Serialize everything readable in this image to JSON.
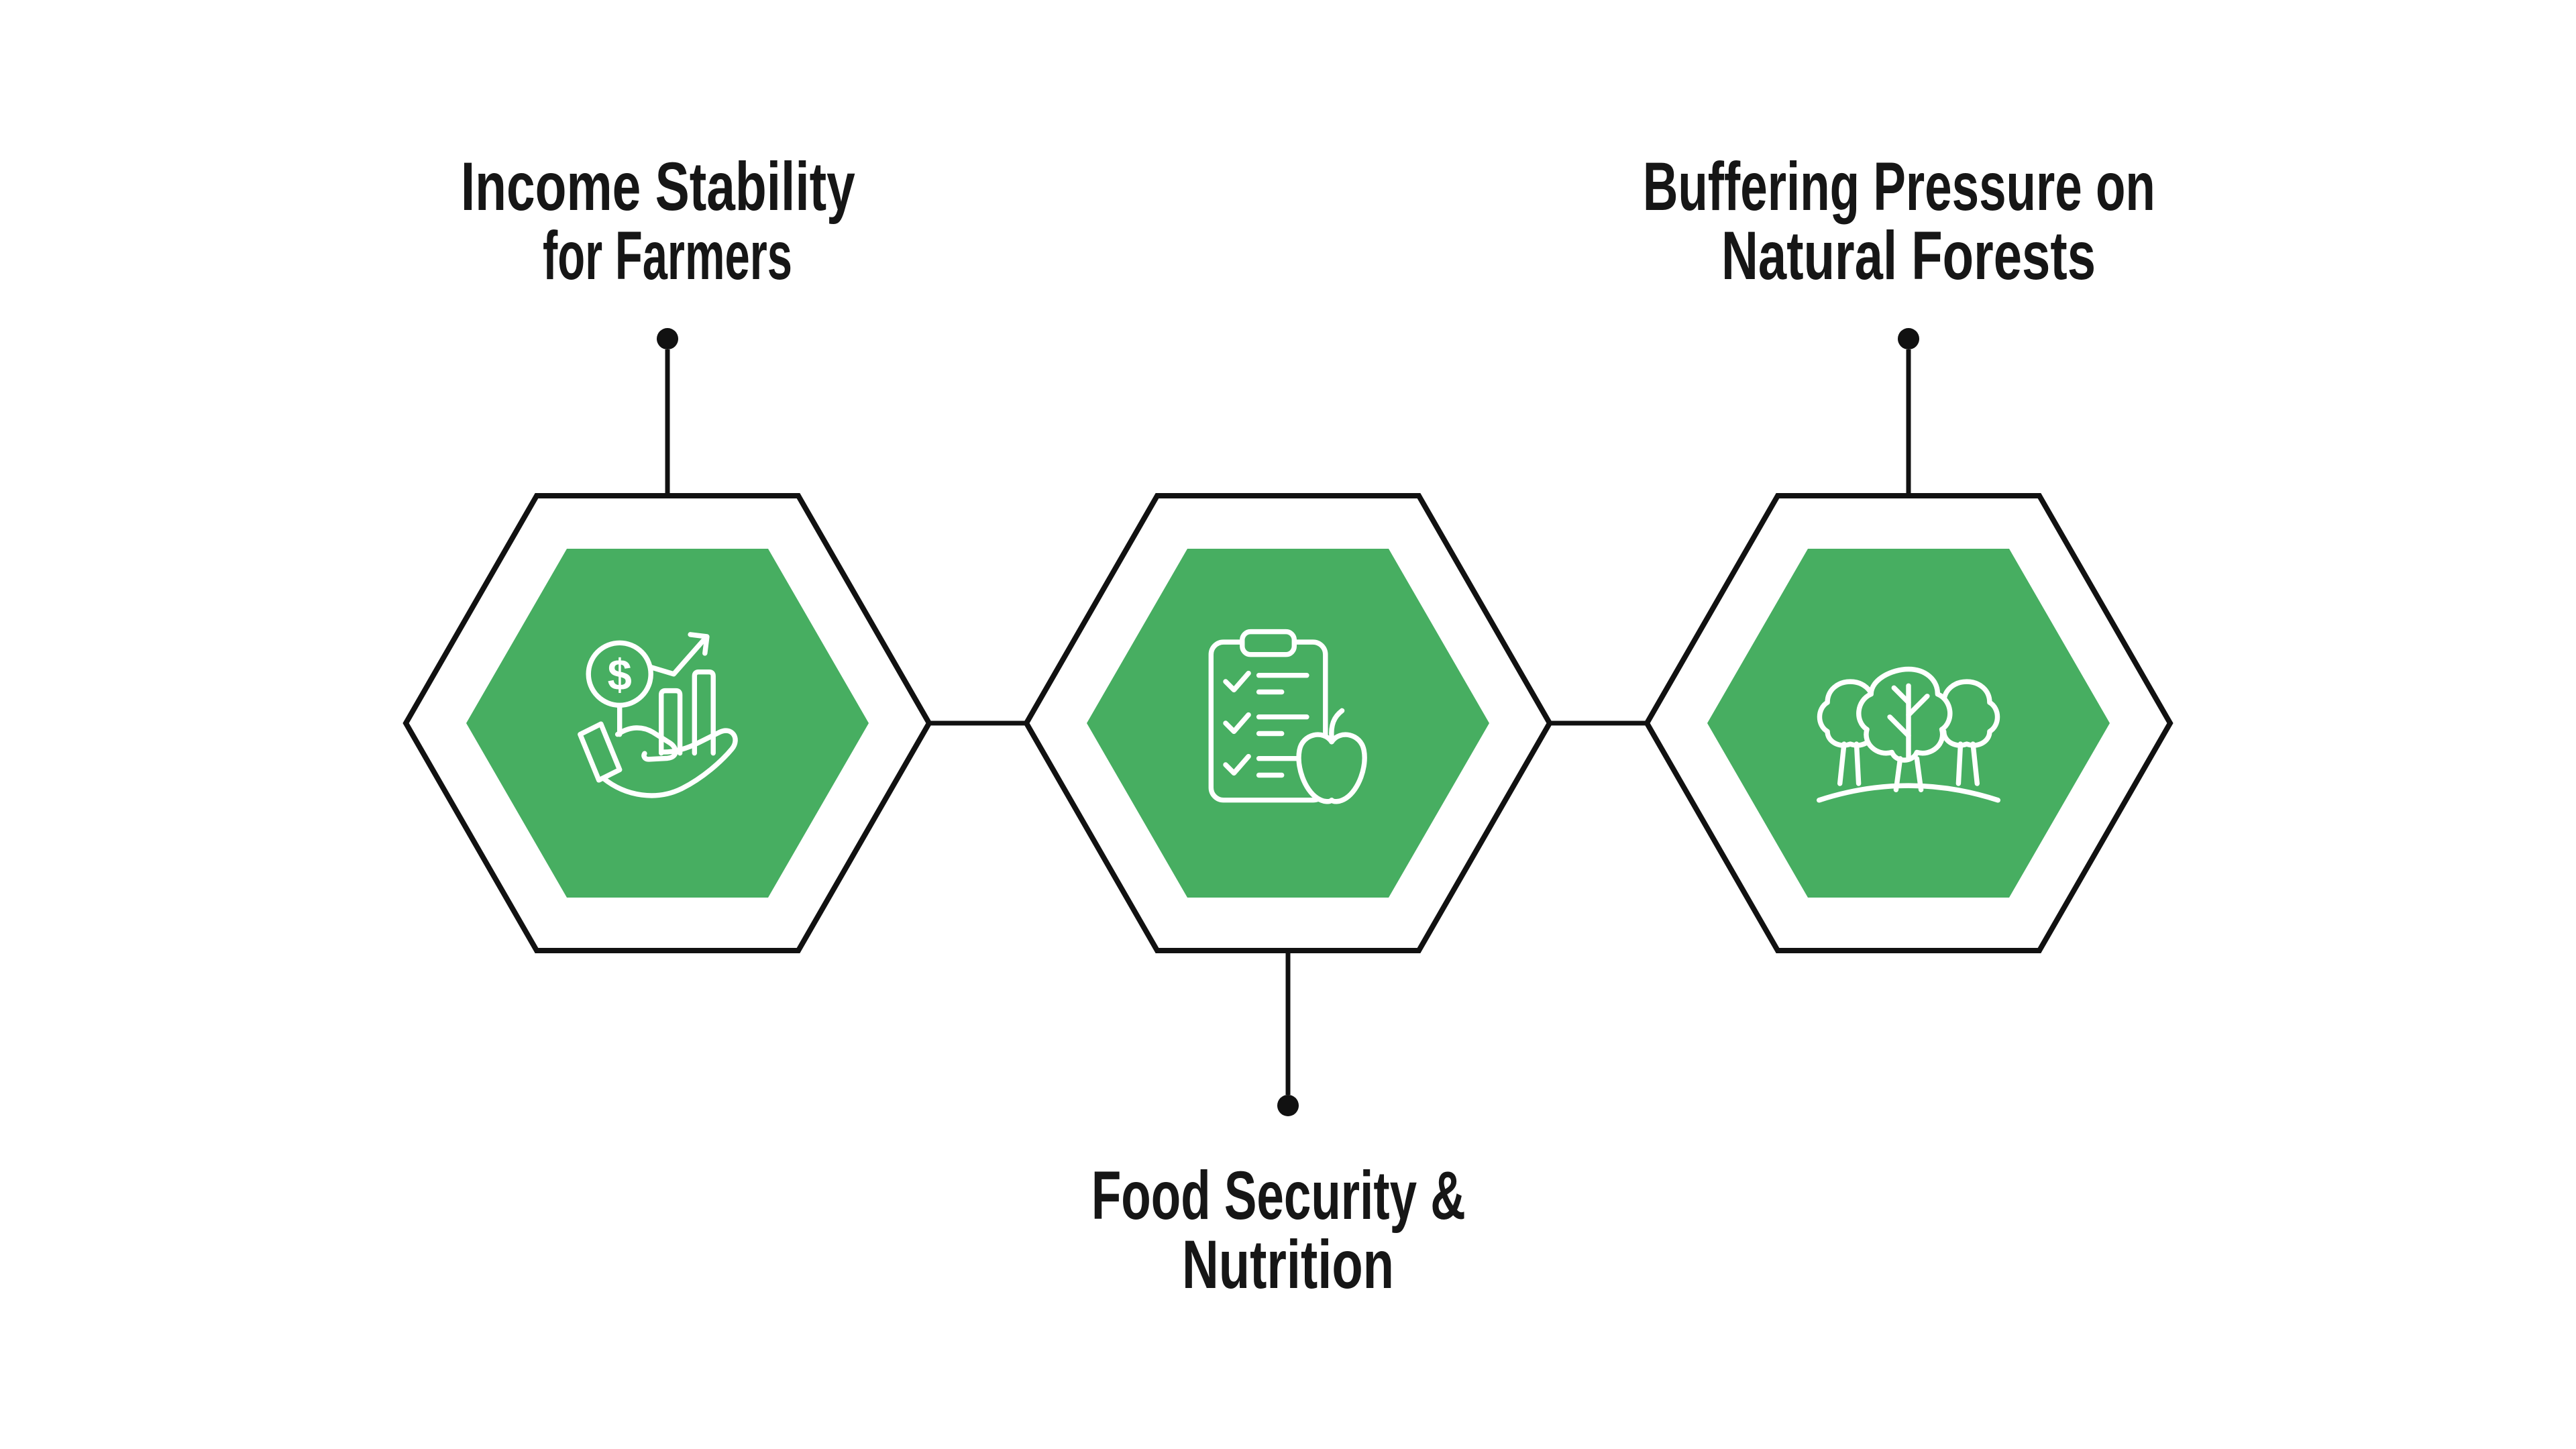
{
  "diagram": {
    "type": "hexagon-benefits-infographic",
    "background": "#ffffff"
  },
  "colors": {
    "hex_green": "#47AE61",
    "outline": "#111111",
    "text": "#161616",
    "icon_stroke": "#ffffff"
  },
  "modules": [
    {
      "id": "income-stability",
      "label_line1": "Income Stability",
      "label_line2": "for Farmers",
      "icon": "money-growth-icon",
      "currency_symbol": "$",
      "label_position": "top"
    },
    {
      "id": "food-security",
      "label_line1": "Food Security &",
      "label_line2": "Nutrition",
      "icon": "nutrition-checklist-icon",
      "label_position": "bottom"
    },
    {
      "id": "forest-buffer",
      "label_line1": "Buffering Pressure on",
      "label_line2": "Natural Forests",
      "icon": "forest-trees-icon",
      "label_position": "top"
    }
  ]
}
